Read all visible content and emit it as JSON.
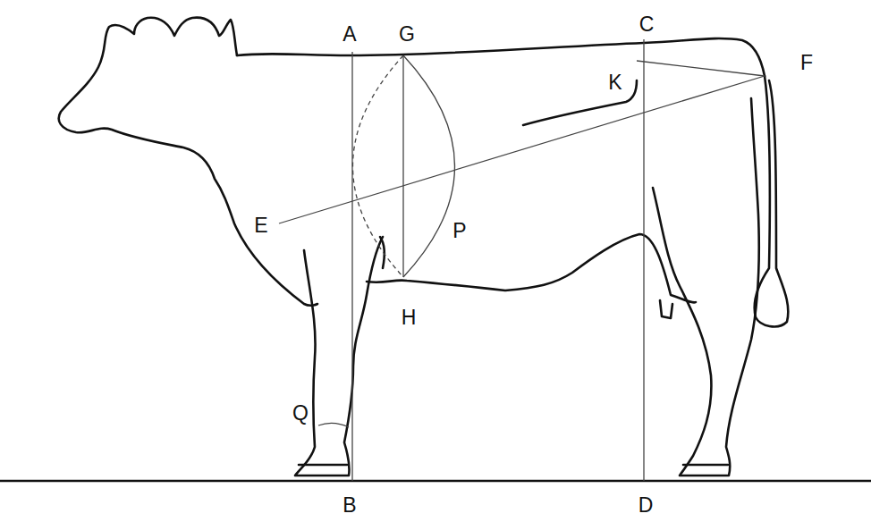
{
  "diagram": {
    "labels": [
      "A",
      "G",
      "C",
      "K",
      "F",
      "E",
      "P",
      "H",
      "B",
      "D",
      "Q"
    ]
  }
}
